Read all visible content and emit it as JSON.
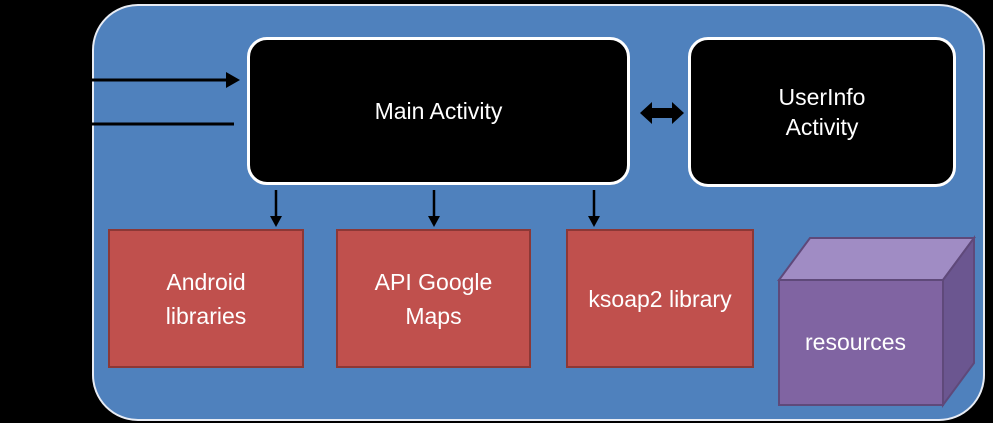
{
  "main_activity": {
    "label": "Main Activity"
  },
  "userinfo_activity": {
    "label": "UserInfo\nActivity"
  },
  "libraries": {
    "android": "Android\nlibraries",
    "google_maps": "API Google\nMaps",
    "ksoap2": "ksoap2 library"
  },
  "resources": {
    "label": "resources"
  },
  "colors": {
    "background": "#000000",
    "container": "#4f81bd",
    "activity": "#000000",
    "library": "#c0504d",
    "resources": "#8064a2"
  }
}
